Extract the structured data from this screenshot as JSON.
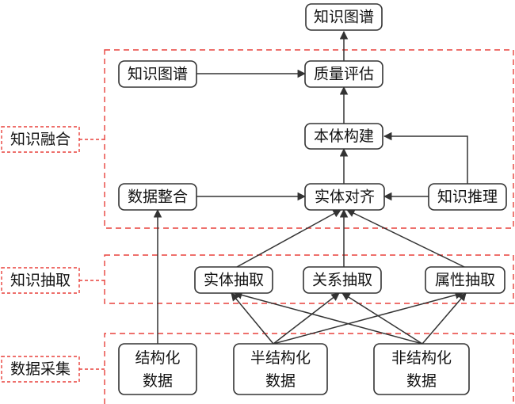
{
  "diagram": {
    "nodes": {
      "kg_top": "知识图谱",
      "kg_left": "知识图谱",
      "quality": "质量评估",
      "ontology": "本体构建",
      "data_integration": "数据整合",
      "entity_alignment": "实体对齐",
      "knowledge_reasoning": "知识推理",
      "entity_extraction": "实体抽取",
      "relation_extraction": "关系抽取",
      "attribute_extraction": "属性抽取",
      "structured_1": "结构化",
      "structured_2": "数据",
      "semi_1": "半结构化",
      "semi_2": "数据",
      "unstructured_1": "非结构化",
      "unstructured_2": "数据"
    },
    "layers": {
      "fusion": "知识融合",
      "extraction": "知识抽取",
      "collection": "数据采集"
    }
  }
}
